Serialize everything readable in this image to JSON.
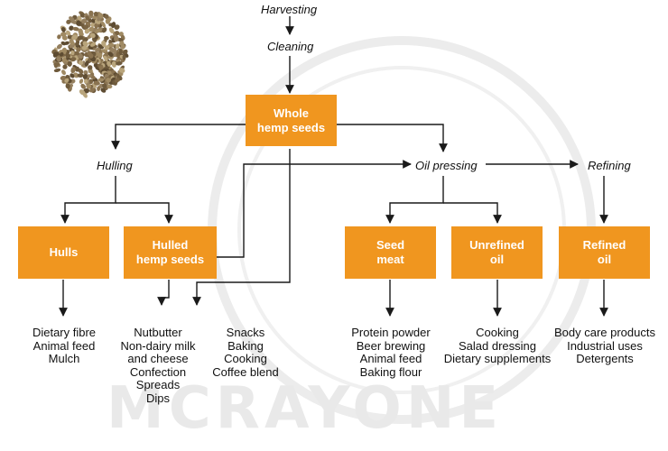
{
  "steps": {
    "harvesting": "Harvesting",
    "cleaning": "Cleaning",
    "hulling": "Hulling",
    "oil_pressing": "Oil pressing",
    "refining": "Refining"
  },
  "boxes": {
    "whole": [
      "Whole",
      "hemp seeds"
    ],
    "hulls": [
      "Hulls"
    ],
    "hulled": [
      "Hulled",
      "hemp seeds"
    ],
    "seed_meat": [
      "Seed",
      "meat"
    ],
    "unrefined": [
      "Unrefined",
      "oil"
    ],
    "refined": [
      "Refined",
      "oil"
    ]
  },
  "uses": {
    "hulls": [
      "Dietary fibre",
      "Animal feed",
      "Mulch"
    ],
    "hulled_a": [
      "Nutbutter",
      "Non-dairy milk",
      "and cheese",
      "Confection",
      "Spreads",
      "Dips"
    ],
    "hulled_b": [
      "Snacks",
      "Baking",
      "Cooking",
      "Coffee blend"
    ],
    "seed_meat": [
      "Protein powder",
      "Beer brewing",
      "Animal feed",
      "Baking flour"
    ],
    "unrefined": [
      "Cooking",
      "Salad dressing",
      "Dietary supplements"
    ],
    "refined": [
      "Body care products",
      "Industrial uses",
      "Detergents"
    ]
  },
  "watermark": "MCRAYONE",
  "colors": {
    "box": "#f0961f",
    "line": "#1a1a1a",
    "seed": "#8a7350"
  }
}
